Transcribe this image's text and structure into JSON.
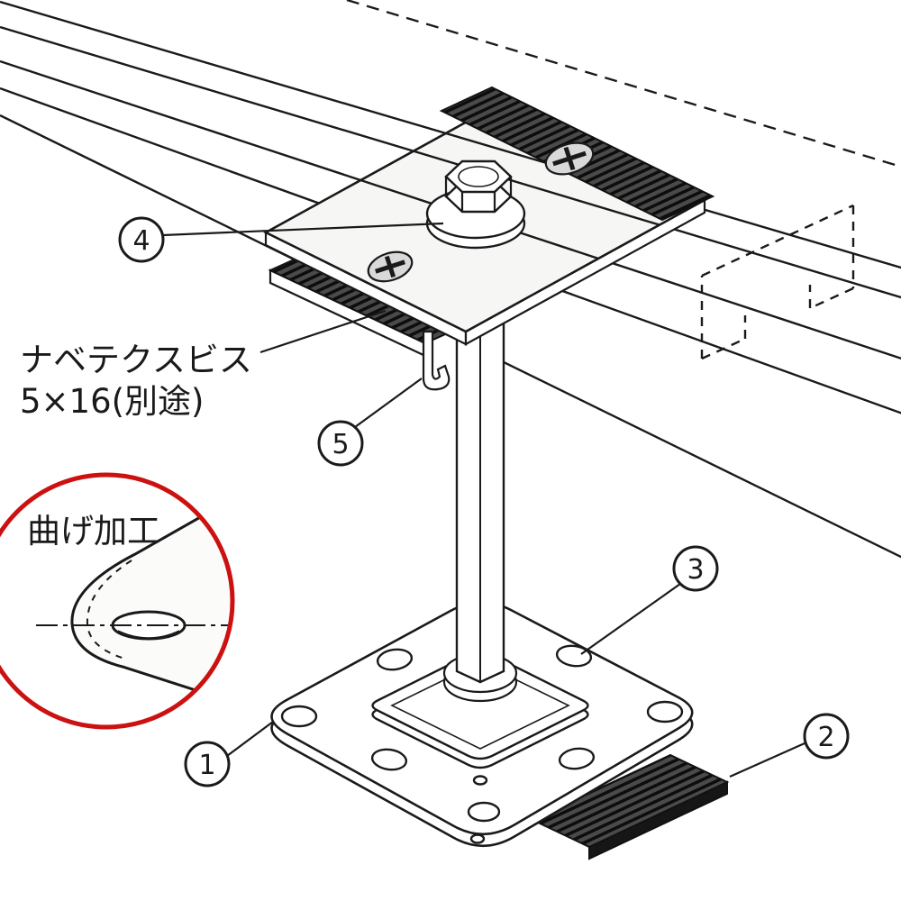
{
  "callouts": {
    "c1": "1",
    "c2": "2",
    "c3": "3",
    "c4": "4",
    "c5": "5"
  },
  "notes": {
    "screw_line1": "ナベテクスビス",
    "screw_line2": "5×16(別途)",
    "inset_label": "曲げ加工"
  },
  "colors": {
    "line": "#1a1a1a",
    "accent_red": "#cc1111",
    "pad_dark": "#4a4a4a",
    "rib_dark": "#0d0d0d",
    "plate_fill": "#f6f6f4",
    "screw_fill": "#d9d9d9"
  }
}
